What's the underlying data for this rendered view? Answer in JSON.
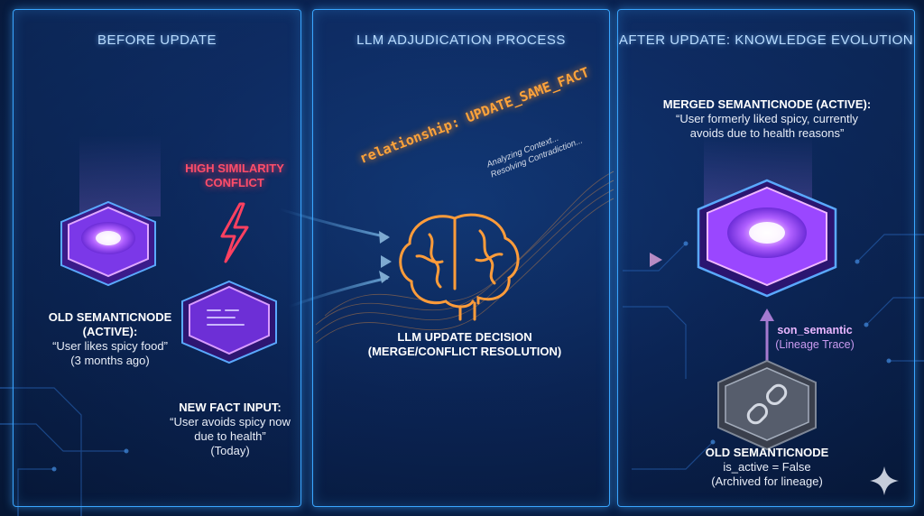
{
  "panels": {
    "before": {
      "title": "BEFORE UPDATE"
    },
    "adjudication": {
      "title": "LLM ADJUDICATION PROCESS"
    },
    "after": {
      "title": "AFTER UPDATE: KNOWLEDGE EVOLUTION"
    }
  },
  "before": {
    "old_node": {
      "title_line1": "OLD SEMANTICNODE",
      "title_line2": "(ACTIVE):",
      "body_line1": "“User likes spicy food”",
      "body_line2": "(3 months ago)"
    },
    "conflict": {
      "line1": "HIGH SIMILARITY",
      "line2": "CONFLICT"
    },
    "new_fact": {
      "title": "NEW FACT INPUT:",
      "body_line1": "“User avoids spicy now",
      "body_line2": "due to health”",
      "body_line3": "(Today)"
    }
  },
  "adjudication": {
    "relationship": "relationship: UPDATE_SAME_FACT",
    "analyzing_line1": "Analyzing Context...",
    "analyzing_line2": "Resolving Contradiction...",
    "decision_line1": "LLM UPDATE DECISION",
    "decision_line2": "(MERGE/CONFLICT RESOLUTION)"
  },
  "after": {
    "merged_node": {
      "title": "MERGED SEMANTICNODE (ACTIVE):",
      "body_line1": "“User formerly liked spicy, currently",
      "body_line2": "avoids due to health reasons”"
    },
    "lineage": {
      "relation": "son_semantic",
      "note": "(Lineage Trace)"
    },
    "old_node": {
      "title": "OLD SEMANTICNODE",
      "body_line1": "is_active = False",
      "body_line2": "(Archived for lineage)"
    }
  },
  "colors": {
    "panel_border": "#3aa6ff",
    "node_purple": "#a65cff",
    "conflict_red": "#ff4d6a",
    "brain_orange": "#ffa33a",
    "archived_gray": "#8a93a3"
  },
  "icons": [
    "lightning-icon",
    "brain-icon",
    "broken-link-icon",
    "sparkle-icon"
  ]
}
